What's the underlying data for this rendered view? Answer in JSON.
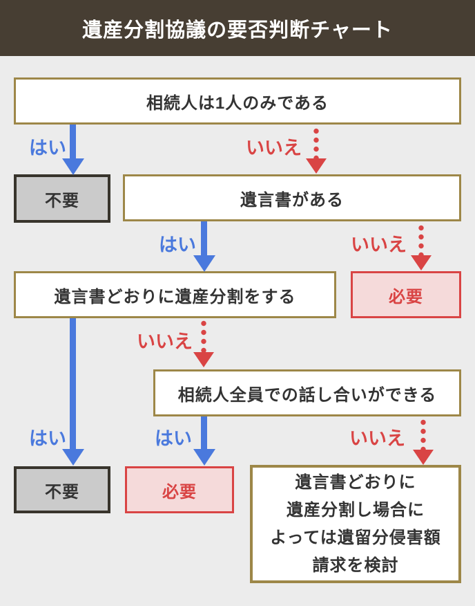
{
  "page": {
    "background_color": "#ececec"
  },
  "header": {
    "title": "遺産分割協議の要否判断チャート",
    "bg_color": "#473e33",
    "text_color": "#ffffff"
  },
  "colors": {
    "question_border": "#9d8748",
    "yes_blue": "#4a79dd",
    "no_red": "#d94444",
    "outcome_pink_bg": "#f5dada",
    "outcome_gray_bg": "#cbcbcb",
    "outcome_gray_border": "#38342c",
    "text_dark": "#333333"
  },
  "flow": {
    "yes_label": "はい",
    "no_label": "いいえ",
    "q1": {
      "label": "相続人は1人のみである"
    },
    "q2": {
      "label": "遺言書がある"
    },
    "q3": {
      "label": "遺言書どおりに遺産分割をする"
    },
    "q4": {
      "label": "相続人全員での話し合いができる"
    },
    "outcome_not_needed_1": {
      "label": "不要"
    },
    "outcome_needed_1": {
      "label": "必要"
    },
    "outcome_not_needed_2": {
      "label": "不要"
    },
    "outcome_needed_2": {
      "label": "必要"
    },
    "outcome_note": {
      "lines": [
        "遺言書どおりに",
        "遺産分割し場合に",
        "よっては遺留分侵害額",
        "請求を検討"
      ]
    }
  }
}
